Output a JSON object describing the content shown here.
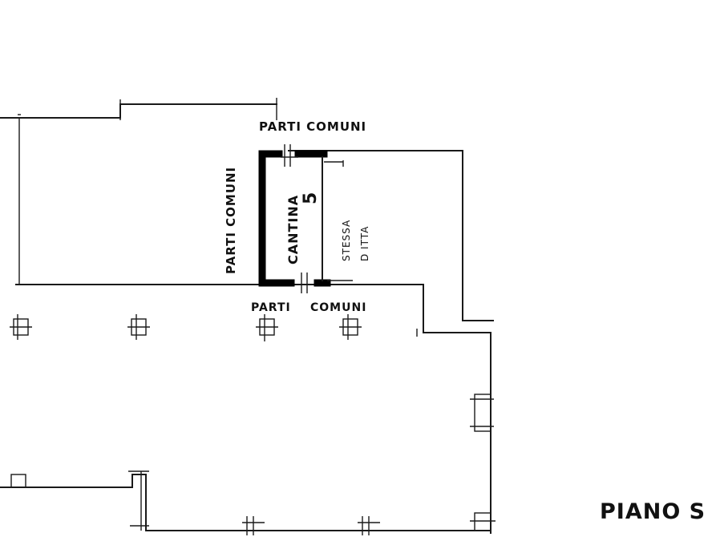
{
  "labels": {
    "parti_comuni_top": "PARTI  COMUNI",
    "parti_comuni_left": "PARTI  COMUNI",
    "parti_comuni_bottom_a": "PARTI",
    "parti_comuni_bottom_b": "COMUNI",
    "cantina": "CANTINA",
    "cantina_number": "5",
    "stessa_line1": "STESSA",
    "stessa_line2": "D ITTA",
    "floor_title": "PIANO S"
  }
}
